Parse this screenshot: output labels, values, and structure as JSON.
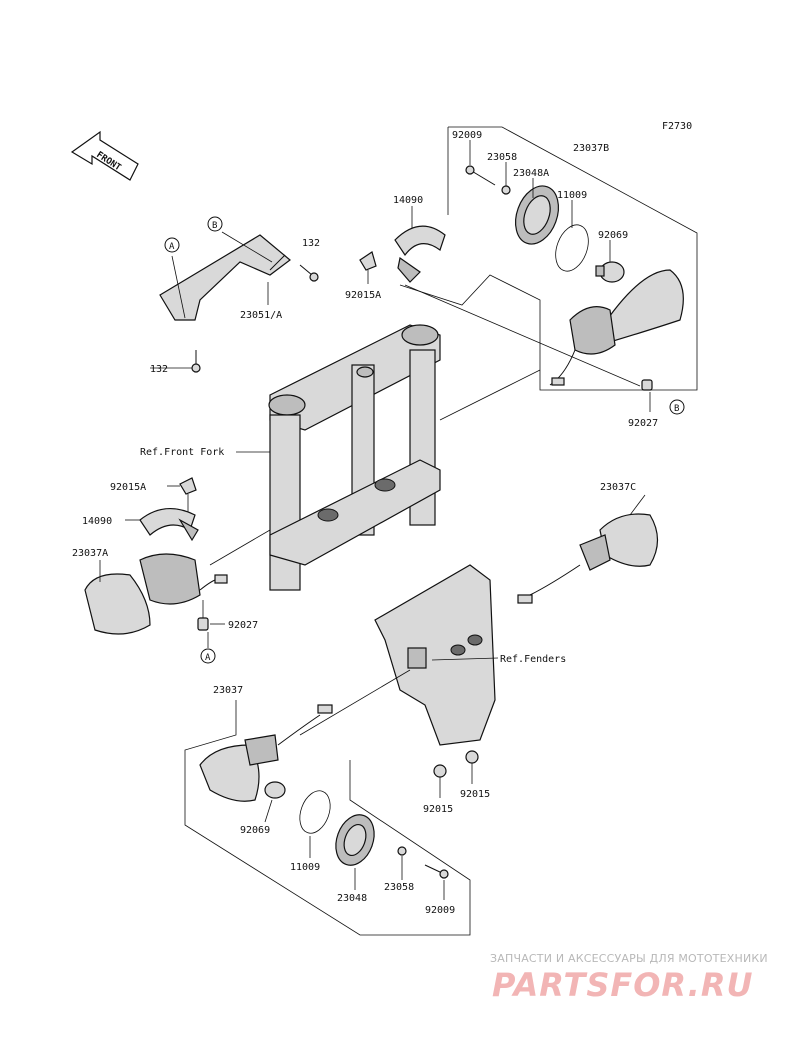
{
  "figure_code": "F2730",
  "front_label": "FRONT",
  "labels": {
    "p92009_top": "92009",
    "p23058_top": "23058",
    "p23037B": "23037B",
    "p23048A": "23048A",
    "p11009_top": "11009",
    "p92069_top": "92069",
    "p14090_top": "14090",
    "p92015A_top": "92015A",
    "p132_top": "132",
    "p23051A": "23051/A",
    "p132_bottom": "132",
    "p92027_right": "92027",
    "ref_front_fork": "Ref.Front Fork",
    "p92015A_left": "92015A",
    "p14090_left": "14090",
    "p23037A": "23037A",
    "p92027_left": "92027",
    "p23037C": "23037C",
    "ref_fenders": "Ref.Fenders",
    "p23037": "23037",
    "p92015_a": "92015",
    "p92015_b": "92015",
    "p92069_bottom": "92069",
    "p11009_bottom": "11009",
    "p23048": "23048",
    "p23058_bottom": "23058",
    "p92009_bottom": "92009"
  },
  "callouts": {
    "A_top": "A",
    "B_top": "B",
    "B_right": "B",
    "A_bottom": "A"
  },
  "watermark": {
    "line1": "ЗАПЧАСТИ И АКСЕССУАРЫ ДЛЯ МОТОТЕХНИКИ",
    "line2": "PARTSFOR.RU",
    "color": "#f2b5b5"
  }
}
